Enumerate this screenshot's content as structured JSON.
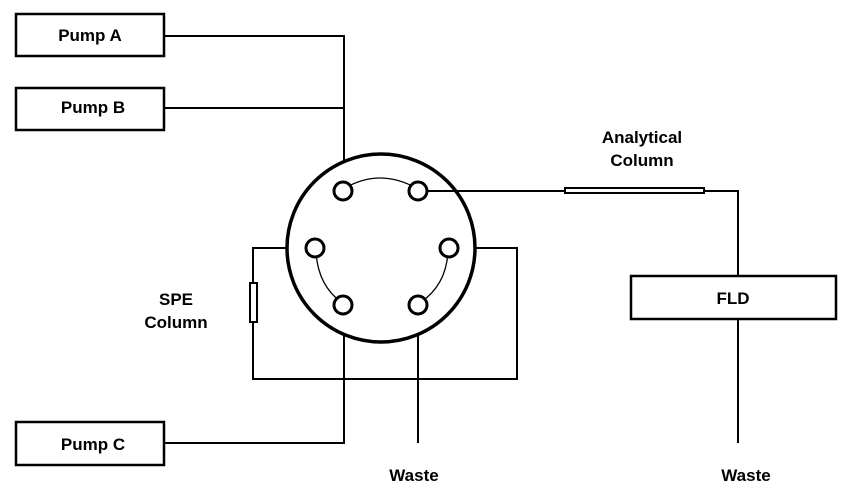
{
  "diagram": {
    "type": "hplc-flow-schematic",
    "pumps": [
      {
        "id": "pump-a",
        "label": "Pump A"
      },
      {
        "id": "pump-b",
        "label": "Pump B"
      },
      {
        "id": "pump-c",
        "label": "Pump C"
      }
    ],
    "valve": {
      "label": "",
      "ports": 6
    },
    "spe_column": {
      "line1": "SPE",
      "line2": "Column"
    },
    "analytical_column": {
      "line1": "Analytical",
      "line2": "Column"
    },
    "detector": {
      "label": "FLD"
    },
    "waste_labels": [
      "Waste",
      "Waste"
    ],
    "colors": {
      "stroke": "#000000",
      "background": "#ffffff"
    }
  }
}
